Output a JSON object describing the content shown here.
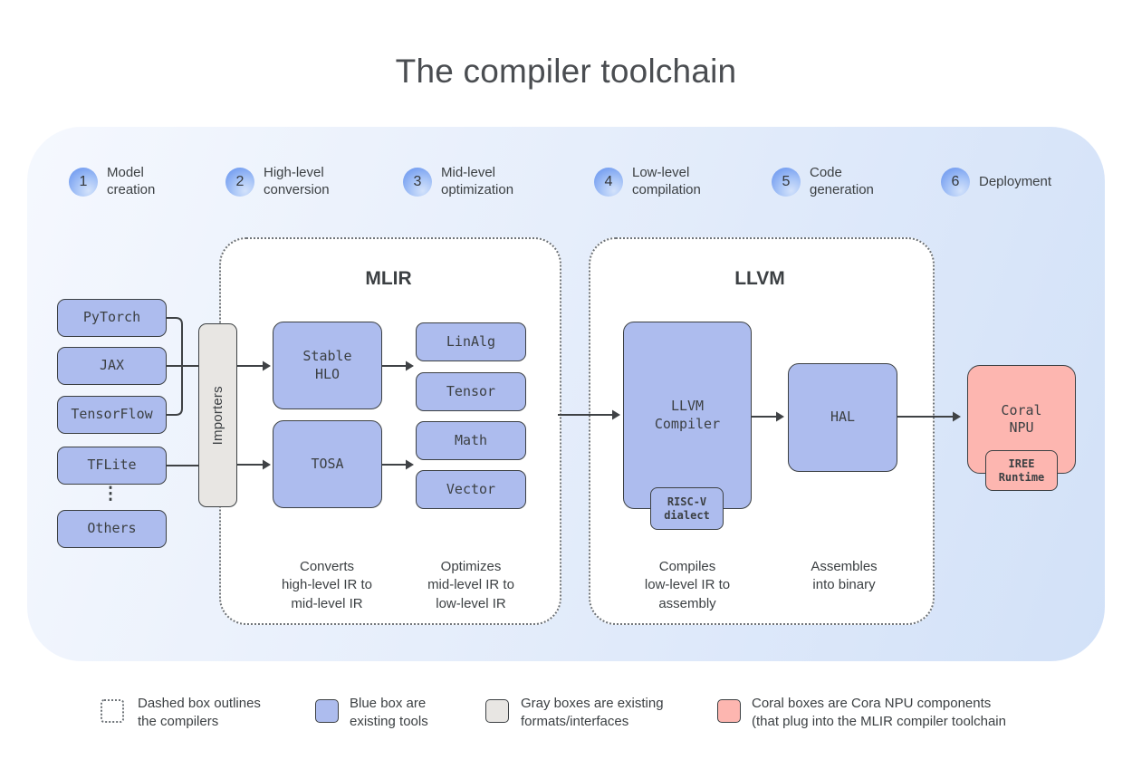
{
  "title": "The compiler toolchain",
  "steps": [
    {
      "num": "1",
      "label": "Model\ncreation"
    },
    {
      "num": "2",
      "label": "High-level\nconversion"
    },
    {
      "num": "3",
      "label": "Mid-level\noptimization"
    },
    {
      "num": "4",
      "label": "Low-level\ncompilation"
    },
    {
      "num": "5",
      "label": "Code\ngeneration"
    },
    {
      "num": "6",
      "label": "Deployment"
    }
  ],
  "sources": [
    "PyTorch",
    "JAX",
    "TensorFlow",
    "TFLite",
    "Others"
  ],
  "ellipsis": "⋮",
  "importers": {
    "label": "Importers"
  },
  "mlir": {
    "title": "MLIR",
    "stages": [
      "Stable\nHLO",
      "TOSA"
    ],
    "dialects": [
      "LinAlg",
      "Tensor",
      "Math",
      "Vector"
    ],
    "notes": [
      "Converts\nhigh-level IR to\nmid-level IR",
      "Optimizes\nmid-level IR to\nlow-level IR"
    ]
  },
  "llvm": {
    "title": "LLVM",
    "compiler": "LLVM\nCompiler",
    "dialect": "RISC-V\ndialect",
    "hal": "HAL",
    "notes": [
      "Compiles\nlow-level IR to\nassembly",
      "Assembles\ninto binary"
    ]
  },
  "coral": {
    "npu": "Coral\nNPU",
    "runtime": "IREE\nRuntime"
  },
  "legend": [
    {
      "type": "dashed",
      "label": "Dashed box outlines\nthe compilers"
    },
    {
      "type": "blue",
      "label": "Blue box are\nexisting tools"
    },
    {
      "type": "gray",
      "label": "Gray boxes are existing\nformats/interfaces"
    },
    {
      "type": "coral",
      "label": "Coral boxes are Cora NPU components\n(that plug into the MLIR compiler toolchain"
    }
  ],
  "colors": {
    "blue": "#adbcee",
    "gray": "#e8e6e3",
    "coral": "#fdb6b0",
    "outline": "#3c4043",
    "grad-a": "#f5f8fe",
    "grad-b": "#d2e1f8"
  }
}
